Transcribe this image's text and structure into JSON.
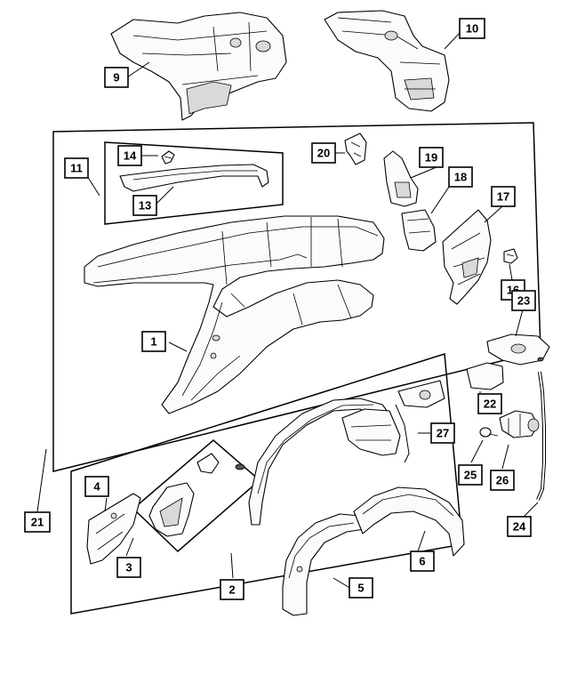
{
  "callouts": {
    "c1": "1",
    "c2": "2",
    "c3": "3",
    "c4": "4",
    "c5": "5",
    "c6": "6",
    "c9": "9",
    "c10": "10",
    "c11": "11",
    "c13": "13",
    "c14": "14",
    "c16": "16",
    "c17": "17",
    "c18": "18",
    "c19": "19",
    "c20": "20",
    "c21": "21",
    "c22": "22",
    "c23": "23",
    "c24": "24",
    "c25": "25",
    "c26": "26",
    "c27": "27"
  }
}
